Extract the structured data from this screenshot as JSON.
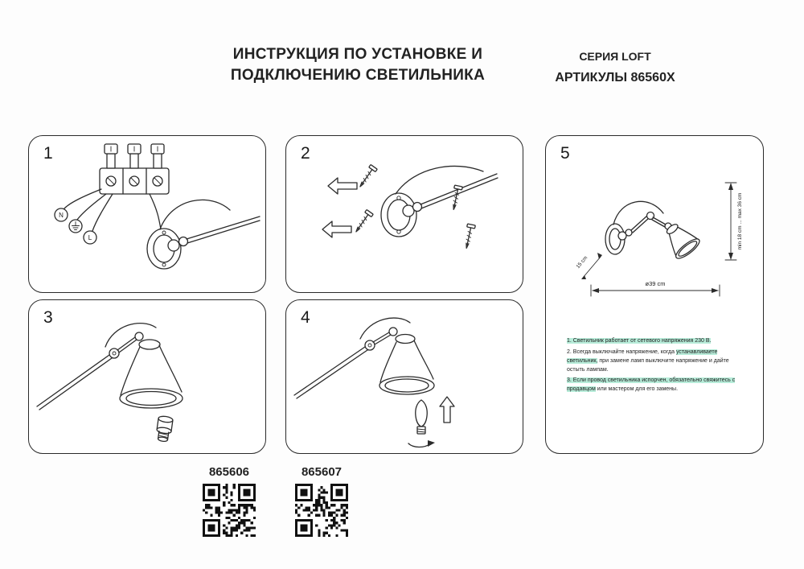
{
  "header": {
    "title_line1": "ИНСТРУКЦИЯ ПО УСТАНОВКЕ И",
    "title_line2": "ПОДКЛЮЧЕНИЮ СВЕТИЛЬНИКА",
    "series": "СЕРИЯ LOFT",
    "articles": "АРТИКУЛЫ 86560X"
  },
  "panels": [
    {
      "number": "1"
    },
    {
      "number": "2"
    },
    {
      "number": "3"
    },
    {
      "number": "4"
    },
    {
      "number": "5"
    }
  ],
  "wiring": {
    "neutral_label": "N",
    "live_label": "L"
  },
  "dimensions": {
    "diameter": "ø39 cm",
    "depth": "15 cm",
    "height_range": "min 18 cm ... max 36 cm"
  },
  "notes": [
    [
      {
        "t": "1. Светильник работает от сетевого напряжения 230 В.",
        "hl": true
      }
    ],
    [
      {
        "t": "2. Всегда выключайте напряжение, когда ",
        "hl": false
      },
      {
        "t": "устанавливаете светильник,",
        "hl": true
      },
      {
        "t": " при замене ламп выключите напряжение и дайте остыть лампам.",
        "hl": false
      }
    ],
    [
      {
        "t": "3. Если провод светильника испорчен, обязательно свяжитесь с продавцом",
        "hl": true
      },
      {
        "t": " или мастером для его замены.",
        "hl": false
      }
    ]
  ],
  "products": [
    {
      "article": "865606"
    },
    {
      "article": "865607"
    }
  ],
  "colors": {
    "ink": "#2b2b2b",
    "highlight": "#b7ecd9"
  }
}
